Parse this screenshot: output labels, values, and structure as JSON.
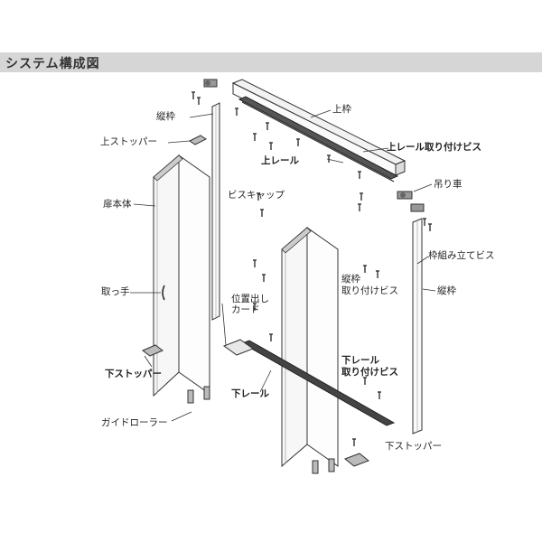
{
  "header": {
    "title": "システム構成図"
  },
  "labels": {
    "upper_frame": "上枠",
    "vertical_frame_left": "縦枠",
    "upper_stopper": "上ストッパー",
    "upper_rail_screw": "上レール取り付けビス",
    "upper_rail": "上レール",
    "hanging_wheel": "吊り車",
    "screw_cap": "ビスキャップ",
    "door_body": "扉本体",
    "frame_assembly_screw": "枠組み立てビス",
    "vertical_frame_screw_1": "縦枠",
    "vertical_frame_screw_2": "取り付けビス",
    "vertical_frame_right": "縦枠",
    "handle": "取っ手",
    "position_card_1": "位置出し",
    "position_card_2": "カード",
    "lower_rail_screw_1": "下レール",
    "lower_rail_screw_2": "取り付けビス",
    "lower_stopper_left": "下ストッパー",
    "lower_rail": "下レール",
    "guide_roller": "ガイドローラー",
    "lower_stopper_right": "下ストッパー"
  }
}
